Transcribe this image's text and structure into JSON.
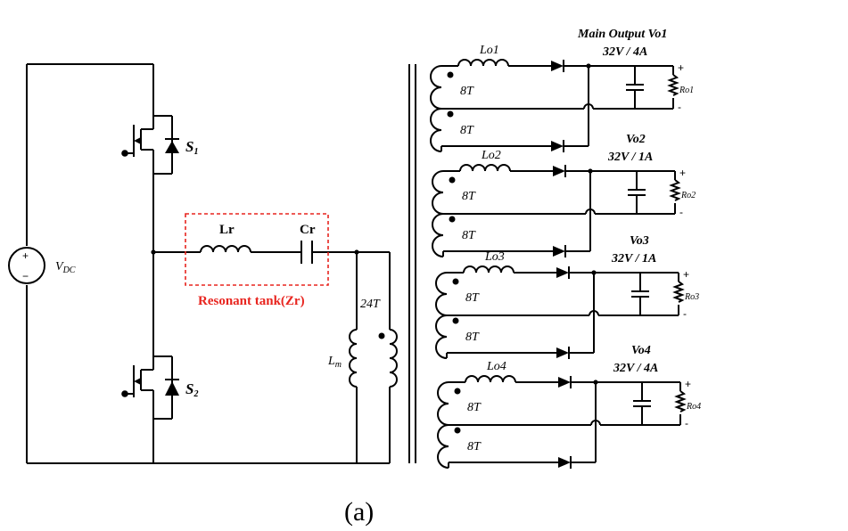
{
  "source": {
    "label": "V",
    "sub": "DC",
    "plus": "+",
    "minus": "−"
  },
  "switches": [
    {
      "label": "S",
      "sub": "1"
    },
    {
      "label": "S",
      "sub": "2"
    }
  ],
  "resonant_tank": {
    "inductor": "Lr",
    "capacitor": "Cr",
    "caption": "Resonant tank(Zr)",
    "color": "#e8251f"
  },
  "transformer": {
    "primary_turns": "24T",
    "magnetizing": {
      "label": "L",
      "sub": "m"
    }
  },
  "outputs": [
    {
      "inductor": "Lo1",
      "heading": "Main Output Vo1",
      "rating": "32V / 4A",
      "load": "Ro1",
      "turns": [
        "8T",
        "8T"
      ]
    },
    {
      "inductor": "Lo2",
      "heading": "Vo2",
      "rating": "32V / 1A",
      "load": "Ro2",
      "turns": [
        "8T",
        "8T"
      ]
    },
    {
      "inductor": "Lo3",
      "heading": "Vo3",
      "rating": "32V / 1A",
      "load": "Ro3",
      "turns": [
        "8T",
        "8T"
      ]
    },
    {
      "inductor": "Lo4",
      "heading": "Vo4",
      "rating": "32V / 4A",
      "load": "Ro4",
      "turns": [
        "8T",
        "8T"
      ]
    }
  ],
  "polarity": {
    "plus": "+",
    "minus": "-"
  },
  "caption": "(a)"
}
